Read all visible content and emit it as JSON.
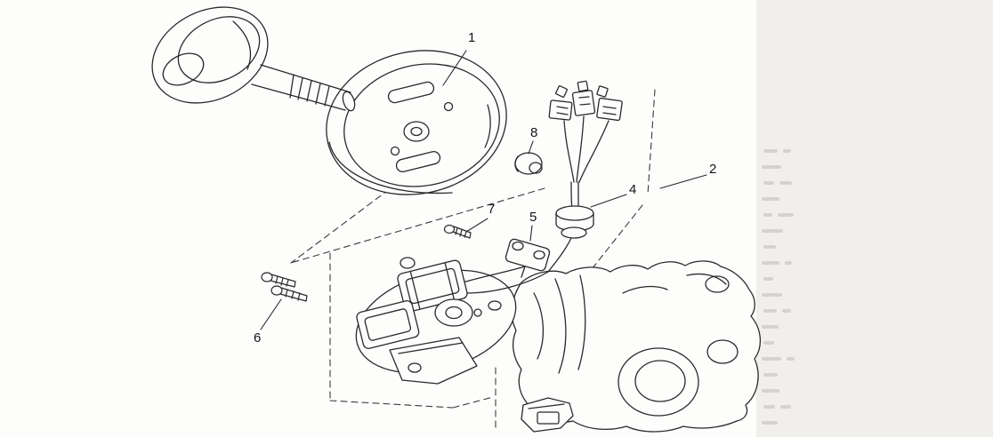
{
  "document": {
    "kind": "exploded-parts-diagram",
    "paper_color": "#fdfdfc",
    "margin_strip_color": "#f0efeb",
    "line_color": "#2a2a2a",
    "faded_print_color": "#c8c5be"
  },
  "callouts": [
    {
      "label": "1"
    },
    {
      "label": "2"
    },
    {
      "label": "4"
    },
    {
      "label": "5"
    },
    {
      "label": "6"
    },
    {
      "label": "7"
    },
    {
      "label": "8"
    }
  ]
}
